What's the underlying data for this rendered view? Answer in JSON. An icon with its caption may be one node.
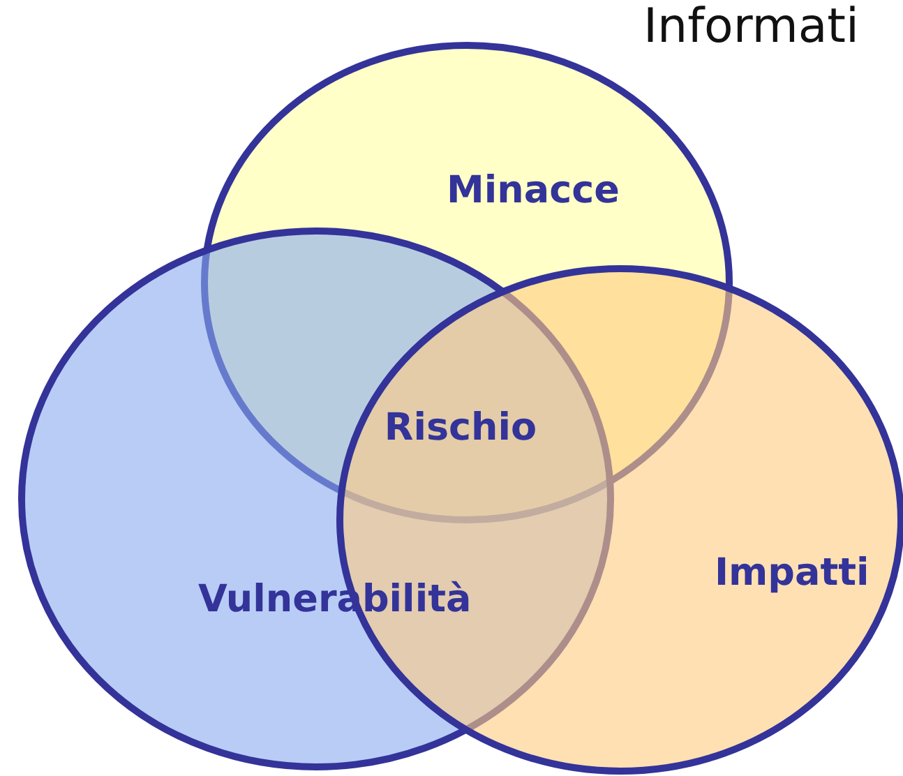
{
  "diagram": {
    "nodes": [
      {
        "text": [
          "Minacce"
        ]
      },
      {
        "text": [
          "Vulnerabilità"
        ]
      },
      {
        "text": [
          "Impatti"
        ]
      }
    ],
    "edges": [],
    "labels": [
      "Informati",
      "Rischio"
    ]
  }
}
